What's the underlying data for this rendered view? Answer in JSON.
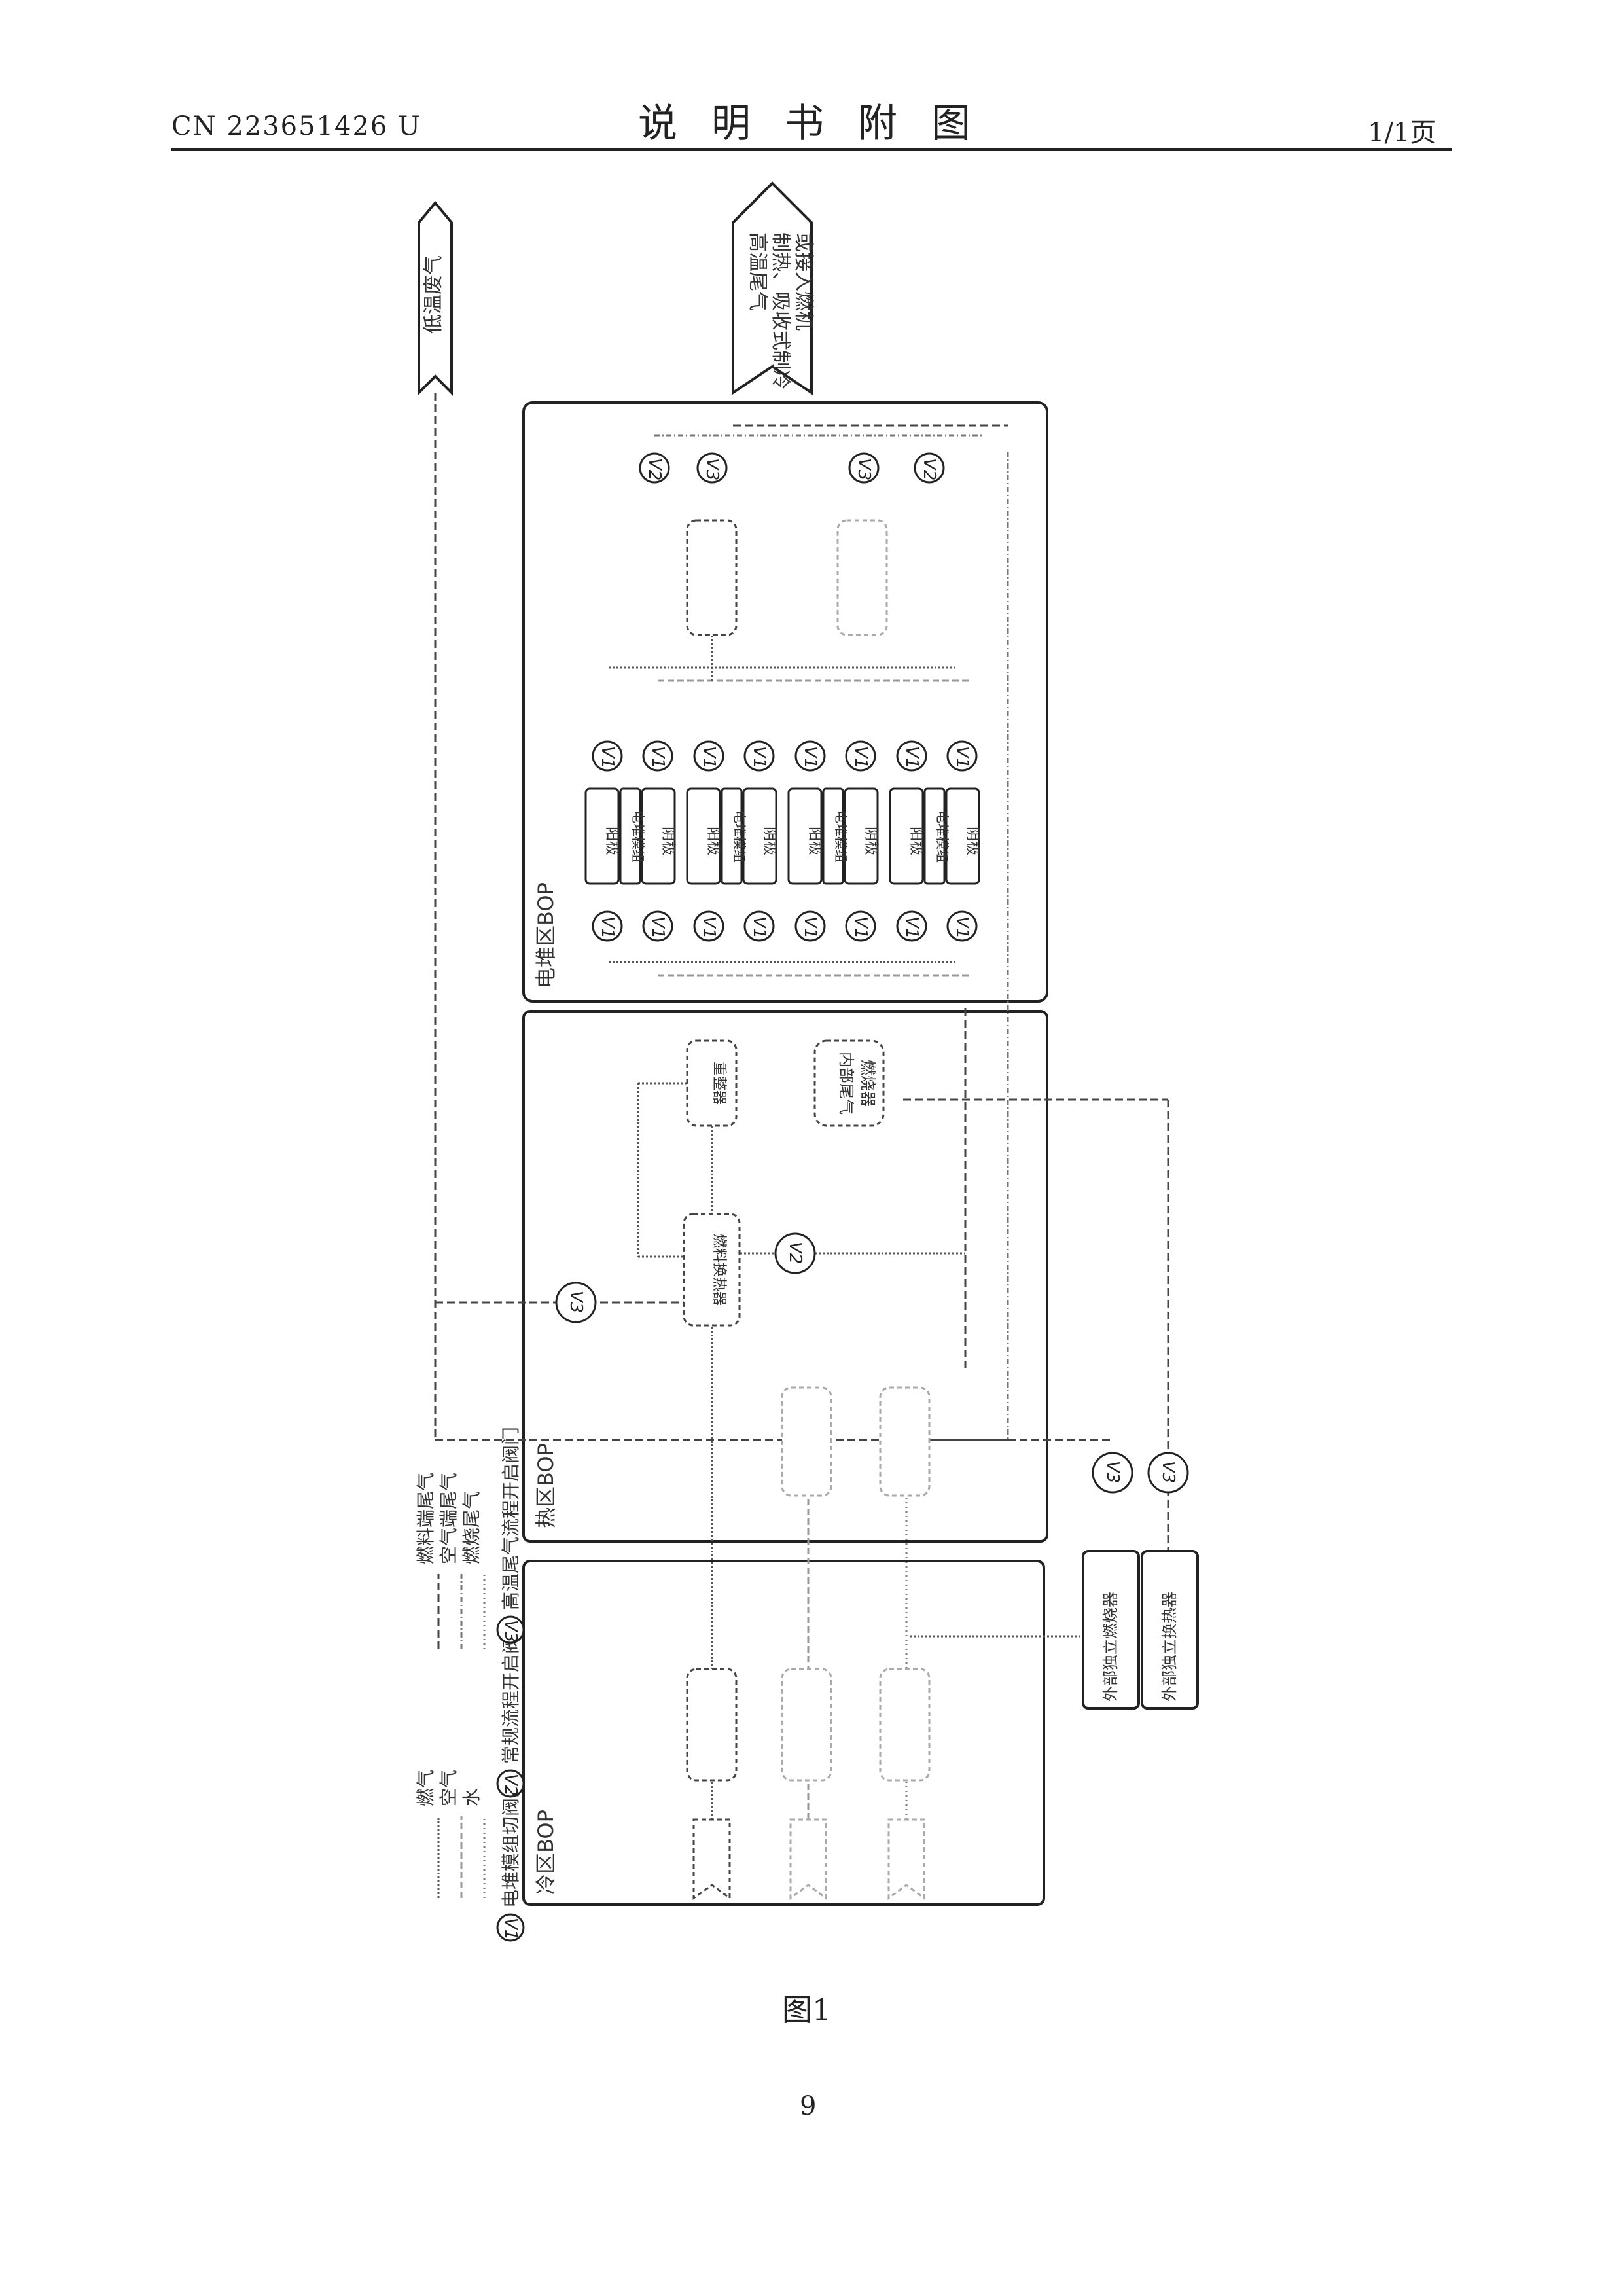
{
  "header": {
    "doc_number": "CN 223651426 U",
    "title": "说明书附图",
    "page_label": "1/1页"
  },
  "figure": {
    "caption": "图1",
    "outputs": {
      "low_temp": "低温废气",
      "high_temp": [
        "高温尾气",
        "制热、吸收式制冷",
        "或接入燃机"
      ]
    },
    "zones": {
      "cold": "冷区BOP",
      "hot": "热区BOP",
      "stack": "电堆区BOP"
    },
    "cell": {
      "anode": "阳极",
      "module": "电堆模组",
      "cathode": "阴极"
    },
    "valves": {
      "v1": "V1",
      "v2": "V2",
      "v3": "V3"
    },
    "hot_components": {
      "reformer": "重整器",
      "heat_exchanger": "燃料换热器",
      "internal_burner": [
        "内部尾气",
        "燃烧器"
      ]
    },
    "external": {
      "burner": "外部独立燃烧器",
      "heat_exchanger": "外部独立换热器"
    },
    "legend": {
      "fuel": "燃气",
      "air": "空气",
      "water": "水",
      "fuel_exhaust": "燃料端尾气",
      "air_exhaust": "空气端尾气",
      "burner_exhaust": "燃烧尾气",
      "v1_desc": "电堆模组切阀门",
      "v2_desc": "常规流程开启阀门",
      "v3_desc": "高温尾气流程开启阀门"
    }
  },
  "page_number": "9"
}
